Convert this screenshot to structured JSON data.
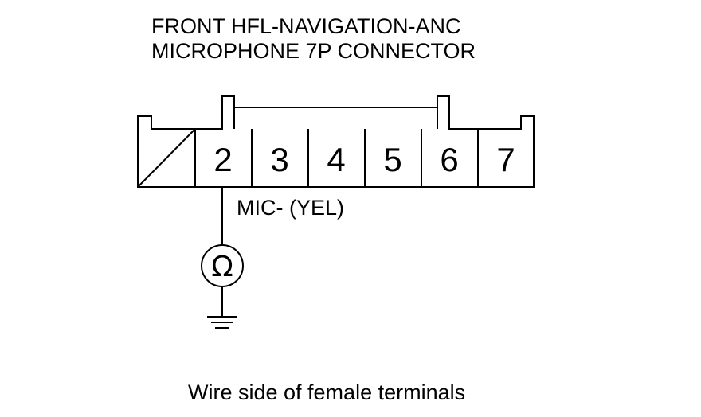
{
  "title": {
    "line1": "FRONT HFL-NAVIGATION-ANC",
    "line2": "MICROPHONE 7P CONNECTOR"
  },
  "connector": {
    "pins": [
      "2",
      "3",
      "4",
      "5",
      "6",
      "7"
    ],
    "blank_cavity_icon": "diagonal-slash-cavity"
  },
  "wire": {
    "label": "MIC- (YEL)",
    "pin": "2",
    "meter_symbol": "Ω",
    "meter_icon": "ohmmeter-icon",
    "ground_icon": "ground-icon"
  },
  "caption": "Wire side of female terminals"
}
